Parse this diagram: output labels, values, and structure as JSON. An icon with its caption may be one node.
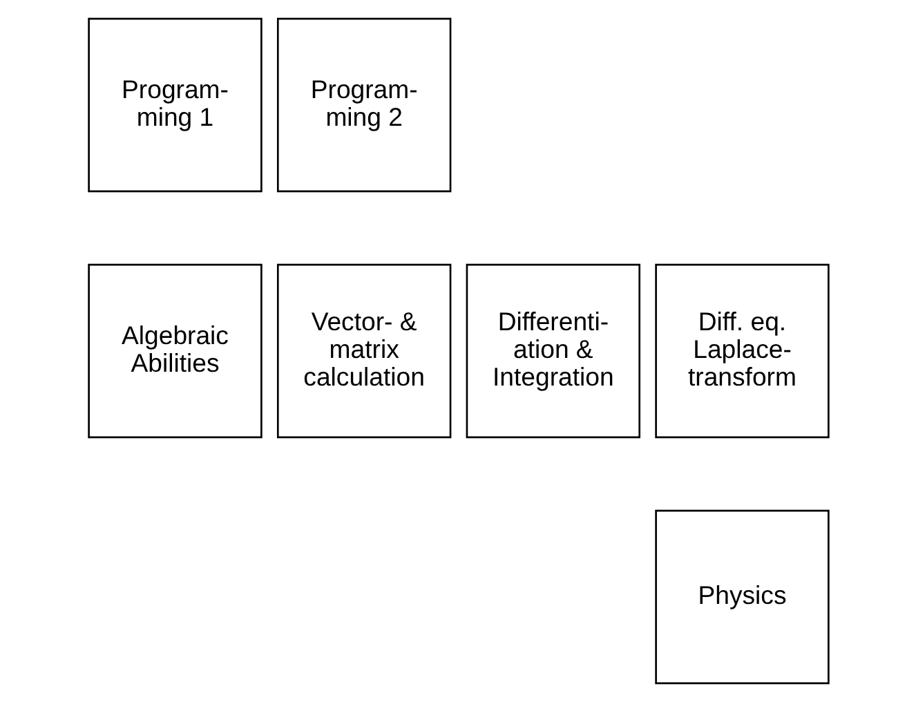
{
  "diagram": {
    "nodes": [
      {
        "text": [
          "Program- ming 1"
        ]
      },
      {
        "text": [
          "Program- ming 2"
        ]
      },
      {
        "text": [
          "Algebraic Abilities"
        ]
      },
      {
        "text": [
          "Vector- & matrix calculation"
        ]
      },
      {
        "text": [
          "Differenti- ation & Integration"
        ]
      },
      {
        "text": [
          "Diff. eq. Laplace- transform"
        ]
      },
      {
        "text": [
          "Physics"
        ]
      }
    ]
  }
}
